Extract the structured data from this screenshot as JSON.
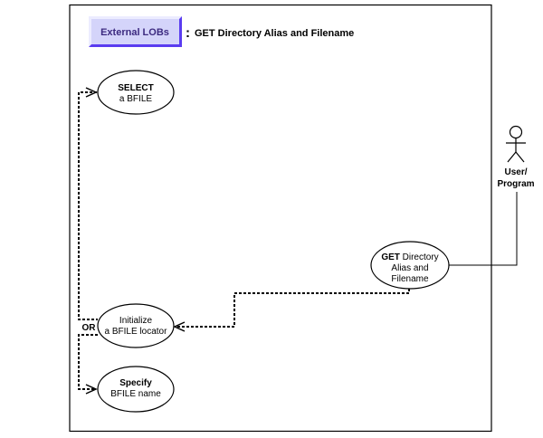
{
  "header": {
    "category_button": "External LOBs",
    "separator": ":",
    "title": "GET Directory Alias and Filename"
  },
  "colors": {
    "button_fill": "#d4d4fa",
    "button_highlight": "#ececff",
    "button_shadow": "#5a3cf0",
    "button_text": "#3c2a80"
  },
  "use_cases": {
    "select": {
      "bold": "SELECT",
      "rest": "a BFILE"
    },
    "initialize": {
      "line1": "Initialize",
      "line2": "a BFILE locator"
    },
    "specify": {
      "bold": "Specify",
      "rest": "BFILE name"
    },
    "get": {
      "bold": "GET",
      "rest1": " Directory",
      "line2": "Alias and",
      "line3": "Filename"
    }
  },
  "actor": {
    "line1": "User/",
    "line2": "Program"
  },
  "labels": {
    "or": "OR"
  }
}
